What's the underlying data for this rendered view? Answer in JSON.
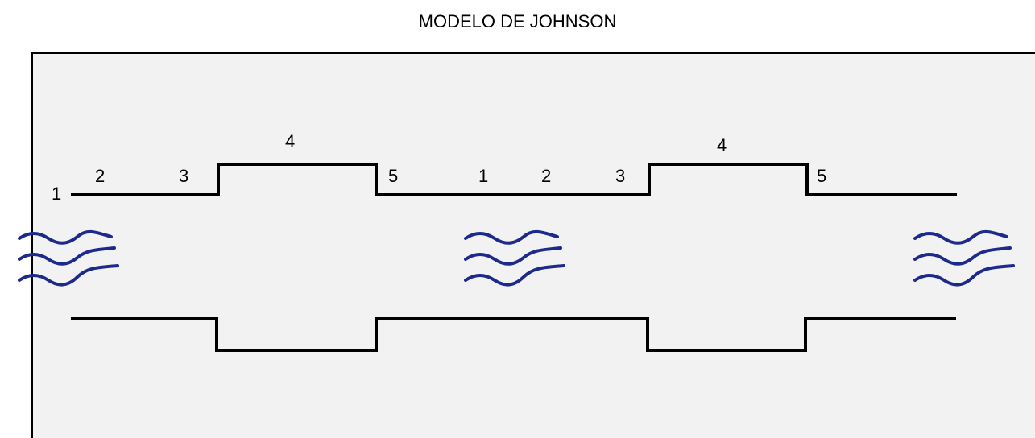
{
  "title": "MODELO DE JOHNSON",
  "segment_labels": [
    "1",
    "2",
    "3",
    "4",
    "5",
    "1",
    "2",
    "3",
    "4",
    "5"
  ],
  "colors": {
    "pipe": "#000000",
    "wave": "#1c2a8c",
    "background": "#f2f2f2"
  },
  "icons": [
    "wave-icon",
    "wave-icon",
    "wave-icon"
  ]
}
